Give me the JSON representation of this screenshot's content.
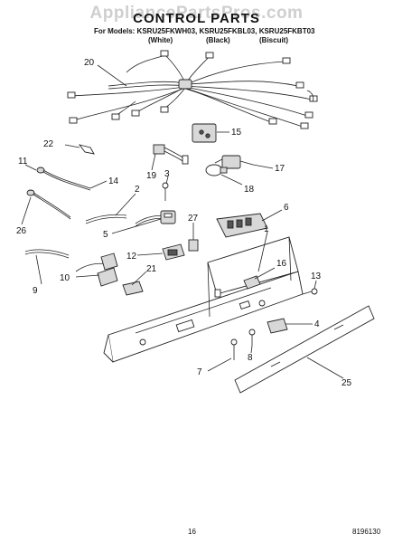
{
  "watermark": "AppliancePartsPros.com",
  "title": "CONTROL PARTS",
  "models_line": "For Models: KSRU25FKWH03, KSRU25FKBL03, KSRU25FKBT03",
  "color_labels": [
    "(White)",
    "(Black)",
    "(Biscuit)"
  ],
  "callouts": [
    "20",
    "15",
    "22",
    "19",
    "3",
    "17",
    "11",
    "14",
    "18",
    "2",
    "6",
    "26",
    "27",
    "1",
    "5",
    "12",
    "16",
    "10",
    "21",
    "13",
    "9",
    "4",
    "8",
    "7",
    "25"
  ],
  "page_number": "16",
  "document_number": "8196130"
}
